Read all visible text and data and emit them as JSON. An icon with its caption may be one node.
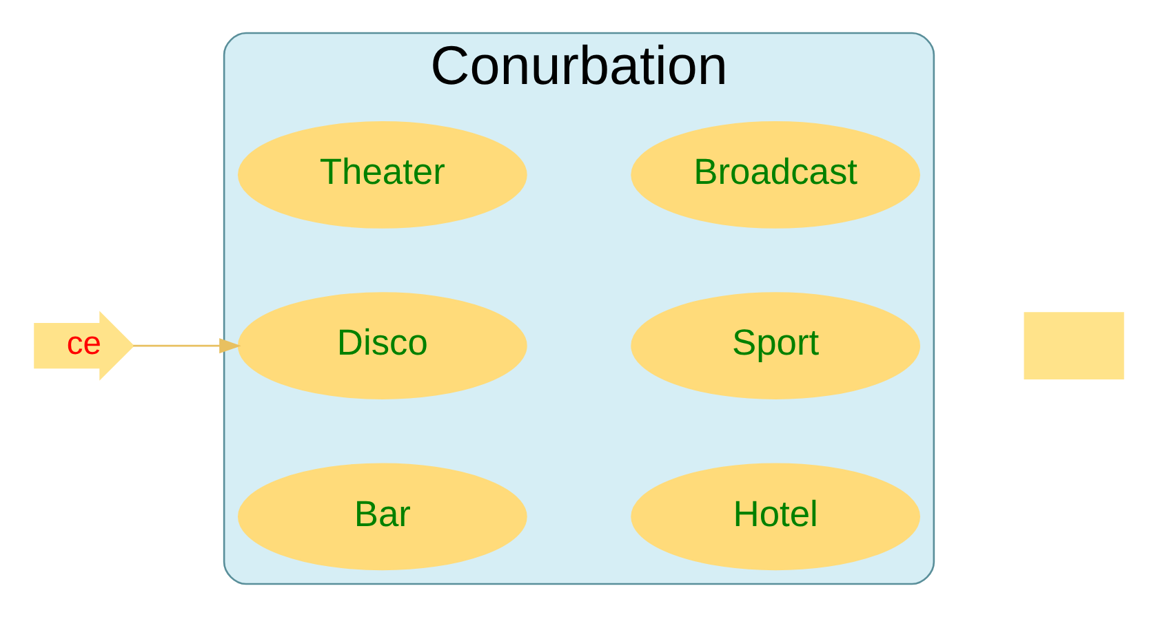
{
  "diagram": {
    "nodes": [
      {
        "text": [
          "Conurbation"
        ]
      },
      {
        "text": [
          "Theater"
        ],
        "in": 0
      },
      {
        "text": [
          "Broadcast"
        ],
        "in": 0
      },
      {
        "text": [
          "ce"
        ]
      },
      {
        "text": [
          "Disco"
        ],
        "in": 0
      },
      {
        "text": [
          "Sport"
        ],
        "in": 0
      },
      {
        "text": [],
        "shape": "box"
      },
      {
        "text": [
          "Bar"
        ],
        "in": 0
      },
      {
        "text": [
          "Hotel"
        ],
        "in": 0
      }
    ],
    "edges": [
      {
        "from": 3,
        "to": 4,
        "arrow": "to"
      }
    ]
  }
}
